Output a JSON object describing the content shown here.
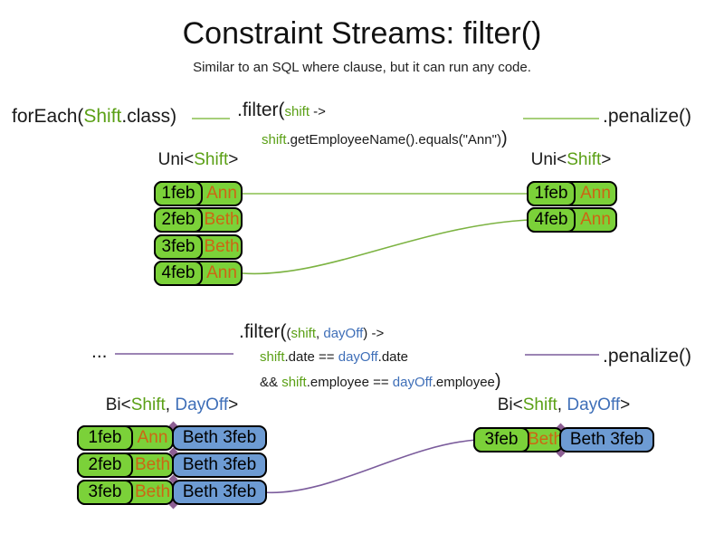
{
  "slide": {
    "title": "Constraint Streams: filter()",
    "subtitle": "Similar to an SQL where clause, but it can run any code."
  },
  "colors": {
    "class_green": "#5ba016",
    "cell_green": "#7bd139",
    "connector_green": "#8abf4e",
    "name_orange": "#cc6614",
    "type_blue": "#3f6fb8",
    "cell_blue": "#6d9bd3",
    "connector_purple": "#7b5c9c"
  },
  "section1": {
    "source": {
      "prefix": "forEach(",
      "class_name": "Shift",
      "suffix": ".class)"
    },
    "filter": {
      "method": ".filter(",
      "param": "shift",
      "arrow": " ->",
      "body_var": "shift",
      "body_rest": ".getEmployeeName().equals(\"Ann\")",
      "close": ")"
    },
    "penalize": ".penalize()",
    "left_table": {
      "label": {
        "prefix": "Uni<",
        "type": "Shift",
        "suffix": ">"
      },
      "rows": [
        {
          "date": "1feb",
          "name": "Ann"
        },
        {
          "date": "2feb",
          "name": "Beth"
        },
        {
          "date": "3feb",
          "name": "Beth"
        },
        {
          "date": "4feb",
          "name": "Ann"
        }
      ]
    },
    "right_table": {
      "label": {
        "prefix": "Uni<",
        "type": "Shift",
        "suffix": ">"
      },
      "rows": [
        {
          "date": "1feb",
          "name": "Ann"
        },
        {
          "date": "4feb",
          "name": "Ann"
        }
      ]
    }
  },
  "section2": {
    "ellipsis": "...",
    "filter": {
      "method": ".filter(",
      "params_open": "(",
      "param1": "shift",
      "sep": ", ",
      "param2": "dayOff",
      "params_close": ") ->",
      "line2": {
        "v1": "shift",
        "m1": ".date == ",
        "v2": "dayOff",
        "m2": ".date"
      },
      "line3": {
        "op": "&& ",
        "v1": "shift",
        "m1": ".employee == ",
        "v2": "dayOff",
        "m2": ".employee",
        "close": ")"
      }
    },
    "penalize": ".penalize()",
    "left_table": {
      "label": {
        "prefix": "Bi<",
        "type1": "Shift",
        "sep": ", ",
        "type2": "DayOff",
        "suffix": ">"
      },
      "rows": [
        {
          "date": "1feb",
          "name": "Ann",
          "dayoff": "Beth 3feb"
        },
        {
          "date": "2feb",
          "name": "Beth",
          "dayoff": "Beth 3feb"
        },
        {
          "date": "3feb",
          "name": "Beth",
          "dayoff": "Beth 3feb"
        }
      ]
    },
    "right_table": {
      "label": {
        "prefix": "Bi<",
        "type1": "Shift",
        "sep": ", ",
        "type2": "DayOff",
        "suffix": ">"
      },
      "rows": [
        {
          "date": "3feb",
          "name": "Beth",
          "dayoff": "Beth 3feb"
        }
      ]
    }
  }
}
